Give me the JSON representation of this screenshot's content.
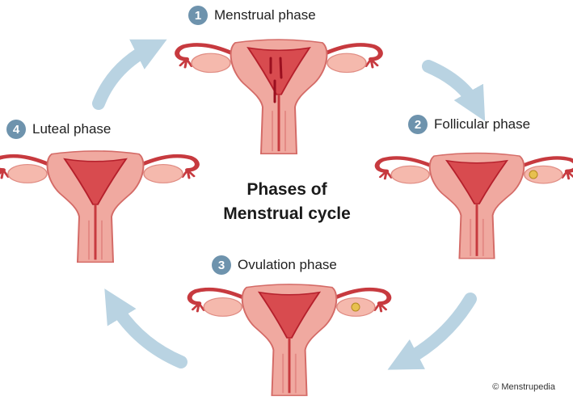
{
  "title": {
    "line1": "Phases of",
    "line2": "Menstrual cycle"
  },
  "phases": [
    {
      "number": "1",
      "label": "Menstrual phase"
    },
    {
      "number": "2",
      "label": "Follicular phase"
    },
    {
      "number": "3",
      "label": "Ovulation phase"
    },
    {
      "number": "4",
      "label": "Luteal phase"
    }
  ],
  "copyright": "© Menstrupedia",
  "colors": {
    "badge": "#6e93ad",
    "arrow": "#b9d3e2",
    "tissue_light": "#f0a9a0",
    "tissue_dark": "#c73a3f",
    "lining": "#b5202c"
  }
}
